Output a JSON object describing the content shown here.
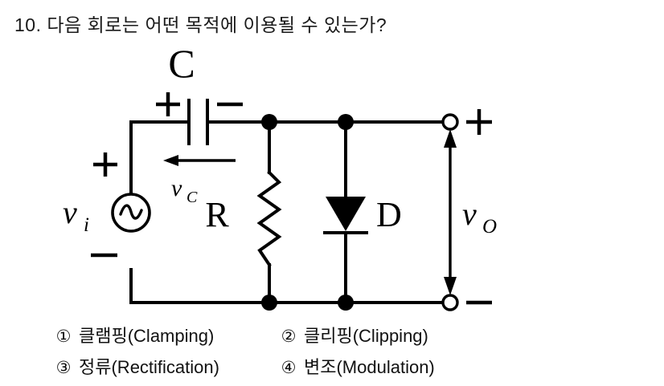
{
  "question": {
    "number": "10.",
    "text": "10. 다음 회로는 어떤 목적에 이용될 수 있는가?"
  },
  "circuit": {
    "title": "clamper-circuit-diagram",
    "components": {
      "capacitor_label": "C",
      "resistor_label": "R",
      "diode_label": "D",
      "source_label": "v",
      "source_sub": "i",
      "cap_voltage_label": "v",
      "cap_voltage_sub": "C",
      "output_label": "v",
      "output_sub": "O"
    },
    "polarity": {
      "source_plus": "+",
      "source_minus": "−",
      "cap_plus": "+",
      "cap_minus": "−",
      "output_plus": "+",
      "output_minus": "−"
    },
    "icons": {
      "source": "ac-source-sine-icon",
      "resistor": "resistor-zigzag-icon",
      "diode": "diode-icon",
      "capacitor": "capacitor-icon",
      "arrow": "double-arrow-icon"
    }
  },
  "options": [
    {
      "num": "①",
      "label": "클램핑(Clamping)"
    },
    {
      "num": "②",
      "label": "클리핑(Clipping)"
    },
    {
      "num": "③",
      "label": "정류(Rectification)"
    },
    {
      "num": "④",
      "label": "변조(Modulation)"
    }
  ],
  "colors": {
    "ink": "#000000",
    "background": "#ffffff"
  }
}
